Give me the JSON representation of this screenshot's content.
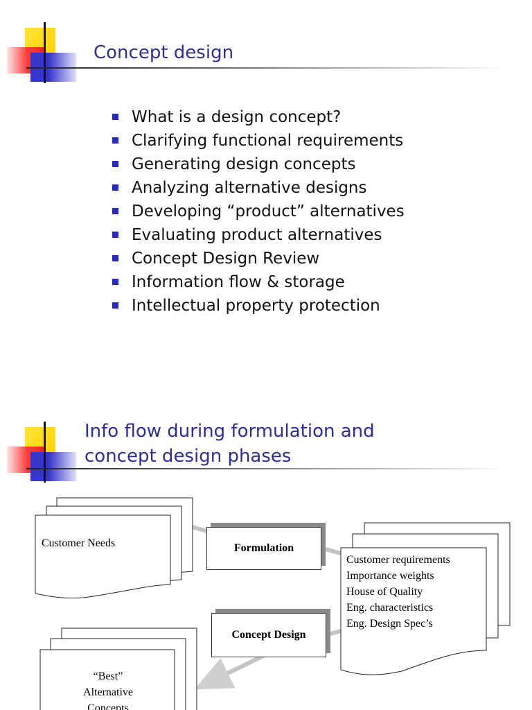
{
  "slide1": {
    "title": "Concept design",
    "bullets": [
      "What is a design concept?",
      "Clarifying functional requirements",
      "Generating design concepts",
      "Analyzing alternative designs",
      "Developing “product” alternatives",
      "Evaluating product alternatives",
      "Concept Design Review",
      "Information flow & storage",
      "Intellectual property protection"
    ]
  },
  "slide2": {
    "title_line1": "Info flow during formulation and",
    "title_line2": "concept design phases",
    "diagram": {
      "customer_needs": "Customer Needs",
      "formulation": "Formulation",
      "concept_design": "Concept Design",
      "outputs": [
        "Customer requirements",
        "Importance weights",
        "House of Quality",
        "Eng. characteristics",
        "Eng. Design Spec’s"
      ],
      "best_lines": [
        "“Best”",
        "Alternative",
        "Concepts"
      ]
    }
  },
  "colors": {
    "title": "#2e2e9a",
    "bullet": "#2a2ab8",
    "logo_yellow": "#ffd200",
    "logo_red": "#ff3b3b",
    "logo_blue": "#3636c8"
  }
}
